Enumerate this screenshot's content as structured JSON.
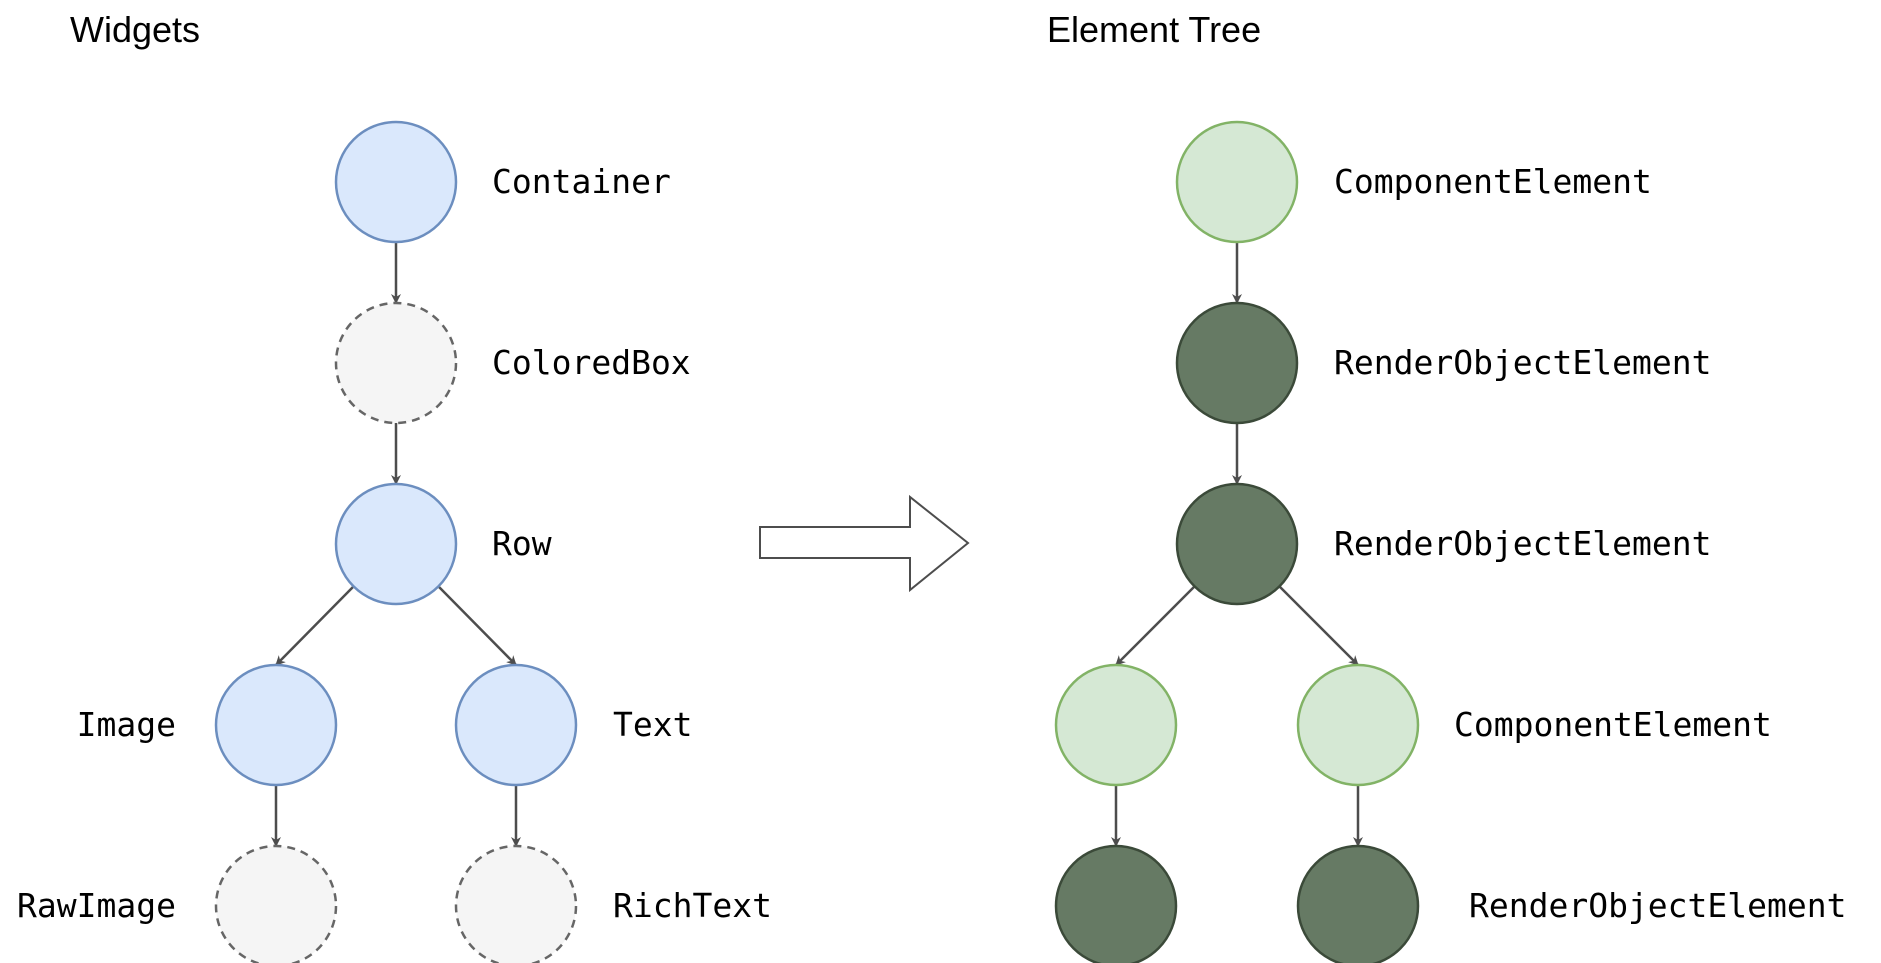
{
  "titles": {
    "left": "Widgets",
    "right": "Element Tree"
  },
  "colors": {
    "widget_fill": "#dae8fc",
    "widget_stroke": "#6c8ebf",
    "dashed_fill": "#f5f5f5",
    "dashed_stroke": "#666666",
    "component_fill": "#d5e8d4",
    "component_stroke": "#82b366",
    "render_fill": "#667a64",
    "render_stroke": "#3b4a39",
    "arrow": "#4d4d4d"
  },
  "widgets": [
    {
      "id": "container",
      "label": "Container",
      "style": "widget"
    },
    {
      "id": "coloredbox",
      "label": "ColoredBox",
      "style": "dashed"
    },
    {
      "id": "row",
      "label": "Row",
      "style": "widget"
    },
    {
      "id": "image",
      "label": "Image",
      "style": "widget"
    },
    {
      "id": "text",
      "label": "Text",
      "style": "widget"
    },
    {
      "id": "rawimage",
      "label": "RawImage",
      "style": "dashed"
    },
    {
      "id": "richtext",
      "label": "RichText",
      "style": "dashed"
    }
  ],
  "elements": [
    {
      "id": "e-container",
      "label": "ComponentElement",
      "style": "component"
    },
    {
      "id": "e-coloredbox",
      "label": "RenderObjectElement",
      "style": "render"
    },
    {
      "id": "e-row",
      "label": "RenderObjectElement",
      "style": "render"
    },
    {
      "id": "e-image",
      "label": "",
      "style": "component"
    },
    {
      "id": "e-text",
      "label": "ComponentElement",
      "style": "component"
    },
    {
      "id": "e-rawimage",
      "label": "",
      "style": "render"
    },
    {
      "id": "e-richtext",
      "label": "RenderObjectElement",
      "style": "render"
    }
  ],
  "edges": [
    [
      0,
      1
    ],
    [
      1,
      2
    ],
    [
      2,
      3
    ],
    [
      2,
      4
    ],
    [
      3,
      5
    ],
    [
      4,
      6
    ]
  ]
}
